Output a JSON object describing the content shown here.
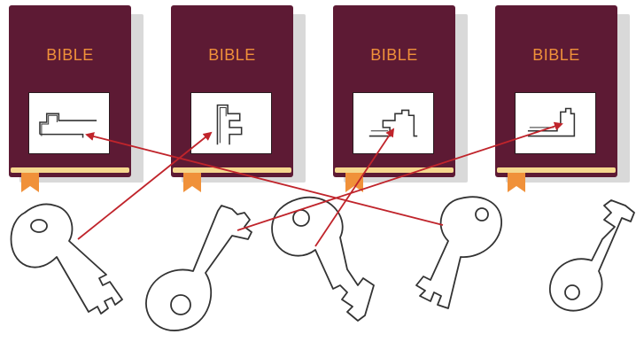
{
  "books": [
    {
      "title": "BIBLE",
      "lock_icon": "keyhole-profile-1-icon"
    },
    {
      "title": "BIBLE",
      "lock_icon": "keyhole-profile-2-icon"
    },
    {
      "title": "BIBLE",
      "lock_icon": "keyhole-profile-3-icon"
    },
    {
      "title": "BIBLE",
      "lock_icon": "keyhole-profile-4-icon"
    }
  ],
  "keys": [
    "key-icon",
    "key-icon",
    "key-icon",
    "key-icon",
    "key-icon"
  ],
  "colors": {
    "cover": "#5d1a34",
    "title": "#f0913a",
    "pages": "#f5d78e",
    "ribbon": "#f0913a",
    "arrow": "#c0242b",
    "outline": "#333333"
  },
  "matches": [
    {
      "key": 1,
      "book": 2
    },
    {
      "key": 2,
      "book": 4
    },
    {
      "key": 3,
      "book": 3
    },
    {
      "key": 4,
      "book": 1
    }
  ]
}
